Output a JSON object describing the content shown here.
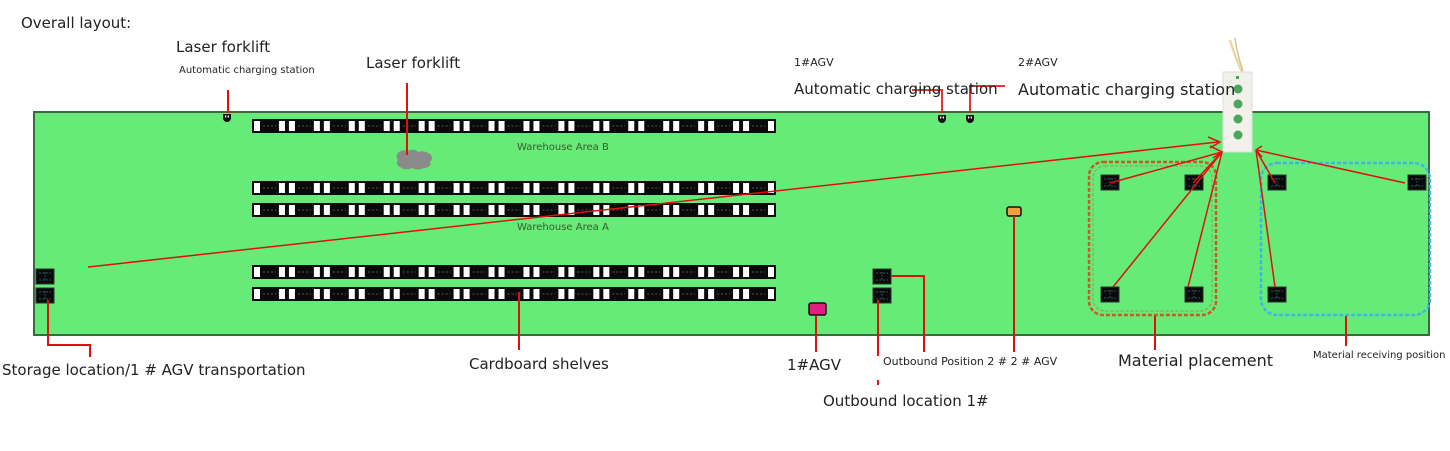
{
  "title": "Overall layout:",
  "colors": {
    "floor": "#66ea78",
    "floor_border": "#3a6b3e",
    "leader": "#e01010",
    "shelf_dark": "#0a0a0a",
    "shelf_slot": "#ffffff",
    "placement_zone": "#c85a28",
    "receiving_zone": "#3fb6e8",
    "agv1": "#e0207f",
    "agv2": "#f0a040",
    "forklift": "#8a8a8a",
    "call_box": "#f2f0ea",
    "call_button": "#4aa65a"
  },
  "labels": {
    "laser_forklift_charging_title": "Laser forklift",
    "laser_forklift_charging_sub": "Automatic charging station",
    "laser_forklift": "Laser forklift",
    "agv1_charging_title": "1#AGV",
    "agv1_charging_sub": "Automatic charging station",
    "agv2_charging_title": "2#AGV",
    "agv2_charging_sub": "Automatic charging station",
    "warehouse_b": "Warehouse Area B",
    "warehouse_a": "Warehouse Area A",
    "storage_location": "Storage location/1 # AGV transportation",
    "cardboard_shelves": "Cardboard shelves",
    "agv1": "1#AGV",
    "outbound_position_2": "Outbound Position 2 # 2 # AGV",
    "outbound_location_1": "Outbound location 1#",
    "material_placement": "Material placement",
    "material_receiving": "Material receiving position"
  },
  "layout_items": {
    "shelf_rows": [
      "Warehouse B row 1",
      "Warehouse A row 1",
      "Warehouse A row 2",
      "Cardboard row 1",
      "Cardboard row 2"
    ],
    "shelf_units_per_row": 15,
    "call_box_buttons": 4,
    "material_placement_pallets": 4,
    "material_receiving_pallets": 3,
    "storage_pallets": 2,
    "outbound_pallets": 2
  }
}
